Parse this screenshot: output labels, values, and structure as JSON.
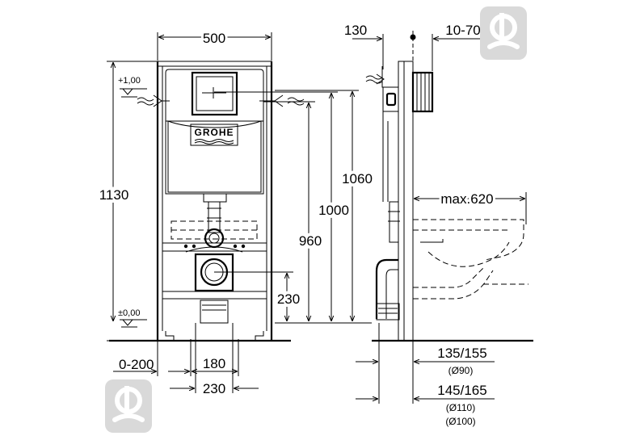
{
  "front_view": {
    "width": "500",
    "height_total": "1130",
    "level_top": "+1,00",
    "level_floor": "±0,00",
    "inlet_height": "1060",
    "actuator_height": "1000",
    "drain_height": "960",
    "waste_height": "230",
    "foot_offset": "0-200",
    "inner_width": "180",
    "outer_width": "230",
    "brand": "GROHE"
  },
  "side_view": {
    "depth": "130",
    "wall_gap": "10-70",
    "bowl_projection": "max.620",
    "waste_depth_1": "135/155",
    "waste_dia_1": "(Ø90)",
    "waste_depth_2": "145/165",
    "waste_dia_2": "(Ø110)",
    "waste_dia_3": "(Ø100)"
  },
  "watermark": {
    "color": "#d9d9d9"
  }
}
